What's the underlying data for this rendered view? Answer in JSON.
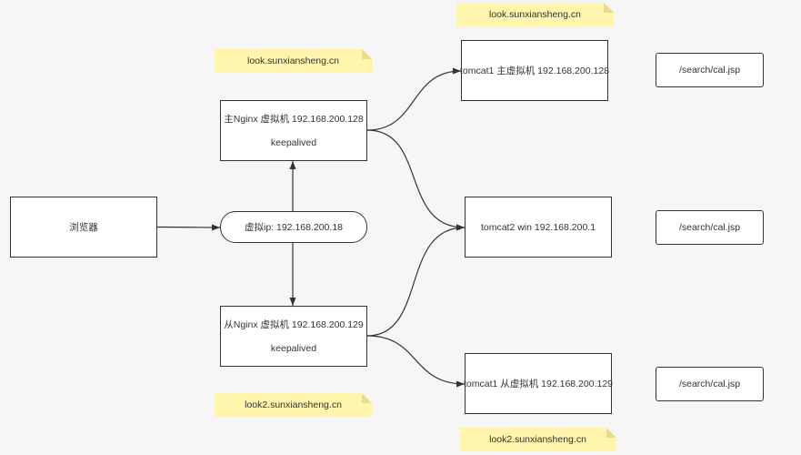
{
  "nodes": {
    "browser": "浏览器",
    "vip": "虚拟ip: 192.168.200.18",
    "nginx_master": [
      "主Nginx 虚拟机 192.168.200.128",
      "keepalived"
    ],
    "nginx_slave": [
      "从Nginx 虚拟机 192.168.200.129",
      "keepalived"
    ],
    "tomcat_master": "tomcat1 主虚拟机 192.168.200.128",
    "tomcat_win": "tomcat2 win 192.168.200.1",
    "tomcat_slave": "tomcat1 从虚拟机 192.168.200.129",
    "path_1": "/search/cal.jsp",
    "path_2": "/search/cal.jsp",
    "path_3": "/search/cal.jsp"
  },
  "notes": {
    "look_top_right": "look.sunxiansheng.cn",
    "look_left": "look.sunxiansheng.cn",
    "look2_left": "look2.sunxiansheng.cn",
    "look2_bottom_right": "look2.sunxiansheng.cn"
  },
  "colors": {
    "note_fill": "#fff5ad",
    "border": "#333333",
    "background": "#f6f6f6"
  }
}
